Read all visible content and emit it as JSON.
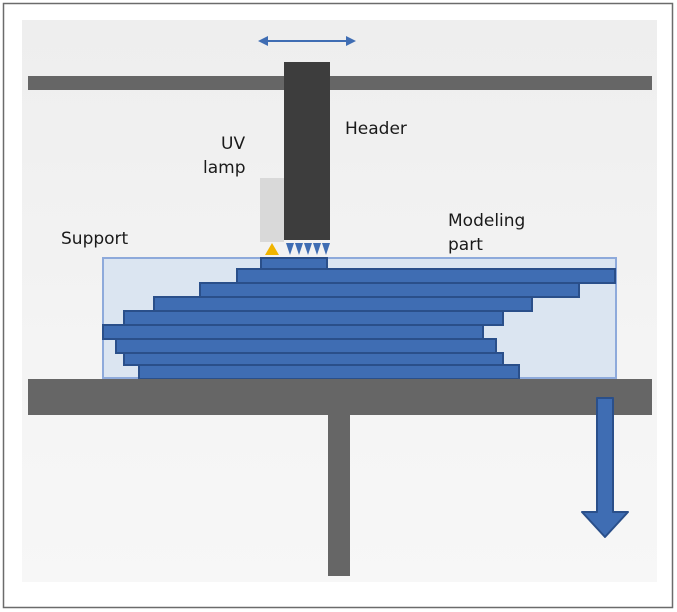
{
  "diagram": {
    "labels": {
      "uv_line1": "UV",
      "uv_line2": "lamp",
      "header": "Header",
      "support": "Support",
      "modeling_line1": "Modeling",
      "modeling_line2": "part"
    },
    "colors": {
      "frame_border": "#6b6b6b",
      "background": "#f2f2f2",
      "rail_gray": "#666666",
      "head_dark": "#3d3d3d",
      "uv_lamp_gray": "#d9d9d9",
      "layer_fill": "#3f6db3",
      "layer_stroke": "#2a4f8a",
      "support_fill": "#dbe5f1",
      "support_stroke": "#8eaadb",
      "arrow_blue": "#3f6db3",
      "uv_triangle": "#f0b400",
      "text": "#1a1a1a"
    }
  }
}
